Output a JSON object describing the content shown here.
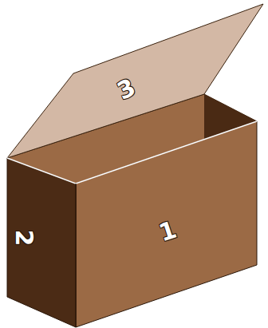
{
  "diagram": {
    "labels": [
      "3",
      "2",
      "1"
    ]
  }
}
